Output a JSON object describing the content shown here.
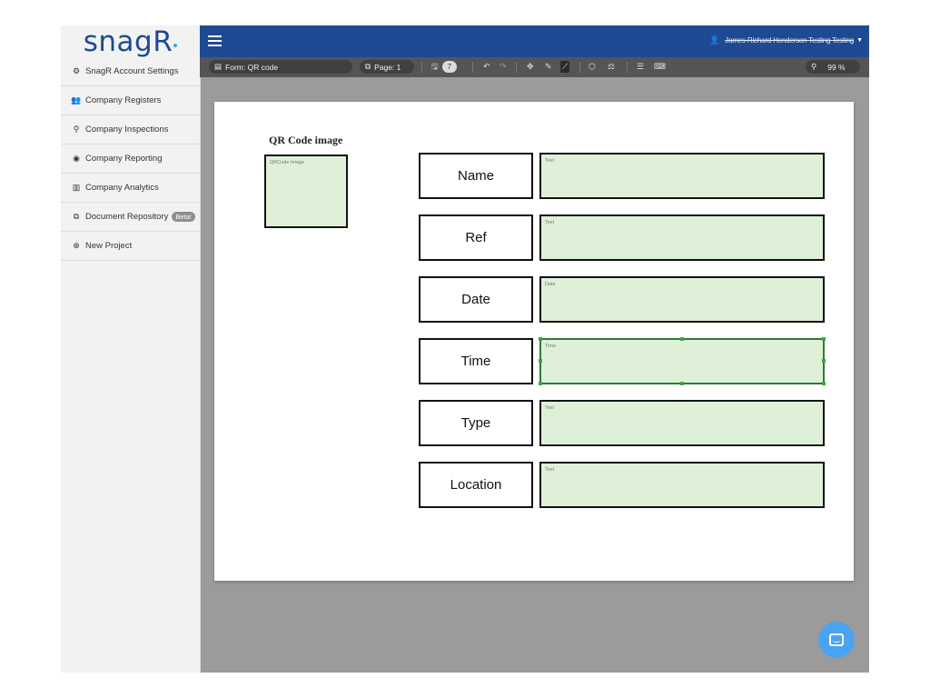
{
  "brand": {
    "logo_text": "snagR",
    "color": "#1e4a93",
    "dot_color": "#39a7e0"
  },
  "sidebar": {
    "items": [
      {
        "label": "SnagR Account Settings",
        "icon": "cogs-icon"
      },
      {
        "label": "Company Registers",
        "icon": "users-icon"
      },
      {
        "label": "Company Inspections",
        "icon": "search-icon"
      },
      {
        "label": "Company Reporting",
        "icon": "globe-icon"
      },
      {
        "label": "Company Analytics",
        "icon": "bar-chart-icon"
      },
      {
        "label": "Document Repository",
        "icon": "copy-icon",
        "badge": "Beta!"
      },
      {
        "label": "New Project",
        "icon": "plus-circle-icon"
      }
    ]
  },
  "topbar": {
    "user_name": "James Richard Henderson Testing Testing",
    "color": "#1e4a93"
  },
  "toolbar": {
    "form_label": "Form: QR code",
    "page_label": "Page: 1",
    "save_count": "7",
    "zoom_label": "99 %"
  },
  "canvas": {
    "qr_title": "QR Code image",
    "qr_hint": "QRCode Image",
    "fields": [
      {
        "label": "Name",
        "hint": "Text",
        "selected": false
      },
      {
        "label": "Ref",
        "hint": "Text",
        "selected": false
      },
      {
        "label": "Date",
        "hint": "Date",
        "selected": false
      },
      {
        "label": "Time",
        "hint": "Time",
        "selected": true
      },
      {
        "label": "Type",
        "hint": "Text",
        "selected": false
      },
      {
        "label": "Location",
        "hint": "Text",
        "selected": false
      }
    ],
    "field_fill": "#dff0d8"
  },
  "chat": {
    "color": "#4aa3f0",
    "icon": "chat-icon"
  }
}
